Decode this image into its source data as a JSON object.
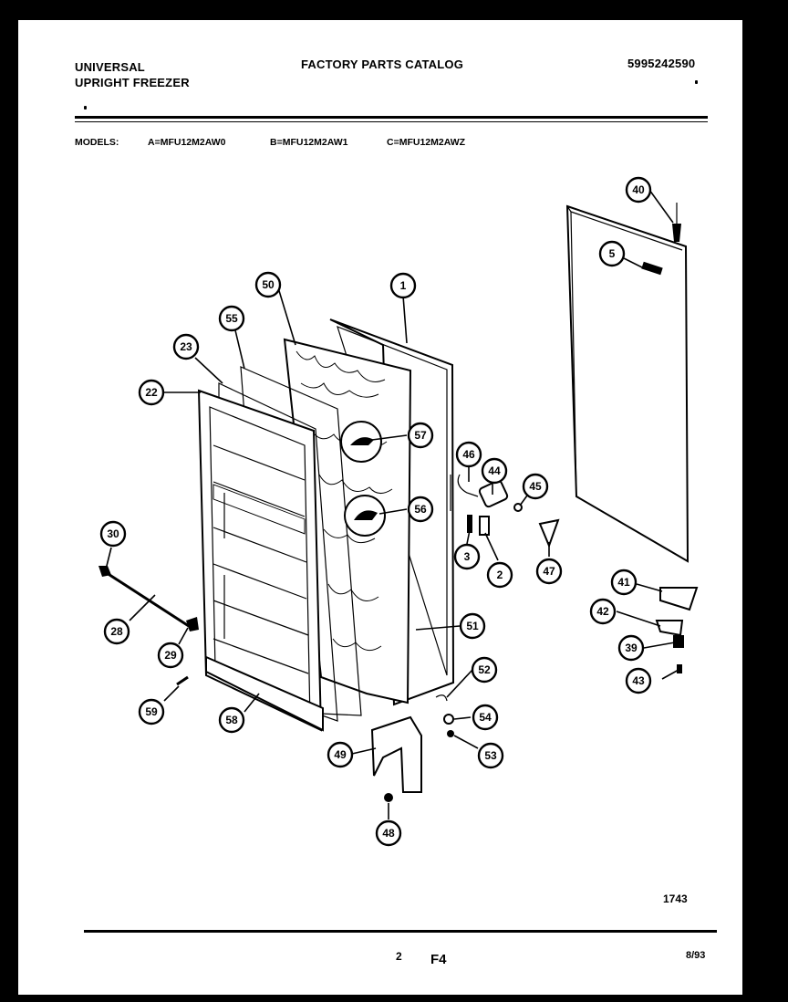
{
  "header": {
    "brand": "UNIVERSAL",
    "product": "UPRIGHT FREEZER",
    "catalog_title": "FACTORY PARTS CATALOG",
    "catalog_number": "5995242590"
  },
  "models": {
    "label": "MODELS:",
    "a": "A=MFU12M2AW0",
    "b": "B=MFU12M2AW1",
    "c": "C=MFU12M2AWZ"
  },
  "diagram": {
    "callouts": [
      "40",
      "5",
      "50",
      "1",
      "55",
      "23",
      "22",
      "57",
      "46",
      "44",
      "45",
      "56",
      "30",
      "3",
      "2",
      "47",
      "41",
      "42",
      "28",
      "51",
      "29",
      "39",
      "52",
      "43",
      "59",
      "58",
      "54",
      "53",
      "49",
      "48"
    ]
  },
  "footer": {
    "figure_number": "1743",
    "page_number": "2",
    "section": "F4",
    "date": "8/93"
  }
}
